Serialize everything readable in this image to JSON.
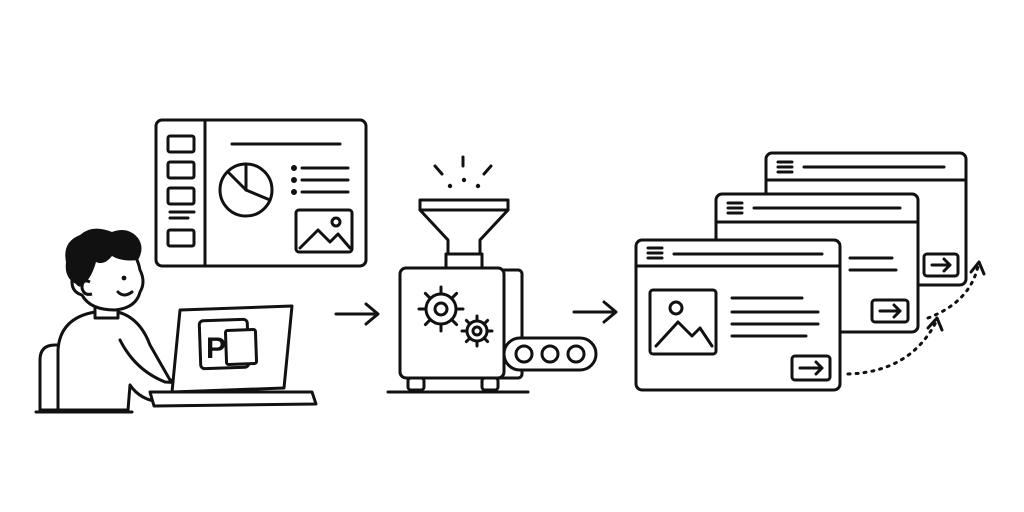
{
  "diagram": {
    "panels": {
      "presenter": {
        "laptop_app_letter": "P"
      }
    },
    "colors": {
      "ink": "#111111",
      "background": "#ffffff"
    },
    "icons": [
      "person-at-laptop",
      "slide-deck-window",
      "pie-chart-icon",
      "image-icon",
      "arrow-right-icon",
      "processing-machine",
      "gear-icon",
      "funnel-icon",
      "conveyor-belt",
      "web-page-window",
      "hamburger-menu-icon",
      "next-arrow-button-icon",
      "dotted-curve-arrow-icon"
    ]
  }
}
